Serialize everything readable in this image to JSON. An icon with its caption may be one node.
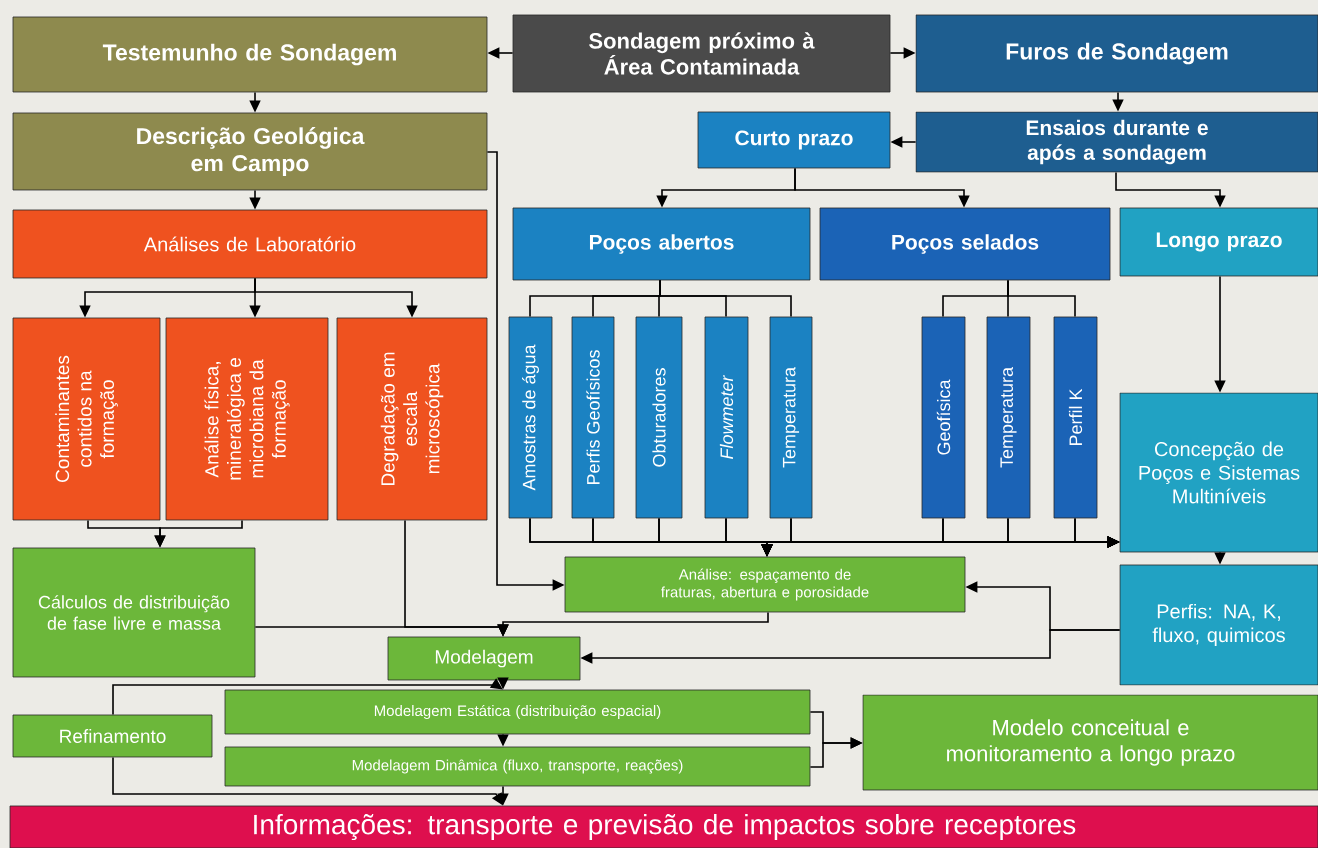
{
  "diagram": {
    "nodes": [
      {
        "text": [
          "Sondagem próximo à Área Contaminada"
        ]
      },
      {
        "text": [
          "Testemunho de Sondagem"
        ]
      },
      {
        "text": [
          "Furos de Sondagem"
        ]
      },
      {
        "text": [
          "Descrição Geológica em Campo"
        ]
      },
      {
        "text": [
          "Curto prazo"
        ]
      },
      {
        "text": [
          "Ensaios durante e após a sondagem"
        ]
      },
      {
        "text": [
          "Análises de Laboratório"
        ]
      },
      {
        "text": [
          "Poços abertos"
        ]
      },
      {
        "text": [
          "Poços selados"
        ]
      },
      {
        "text": [
          "Longo prazo"
        ]
      },
      {
        "text": [
          "Contaminantes contidos na formação"
        ]
      },
      {
        "text": [
          "Análise física, mineralógica e microbiana da formação"
        ]
      },
      {
        "text": [
          "Degradação em escala microscópica"
        ]
      },
      {
        "text": [
          "Amostras de água"
        ]
      },
      {
        "text": [
          "Perfis Geofísicos"
        ]
      },
      {
        "text": [
          "Obturadores"
        ]
      },
      {
        "text": [
          "Flowmeter"
        ]
      },
      {
        "text": [
          "Temperatura"
        ]
      },
      {
        "text": [
          "Geofísica"
        ]
      },
      {
        "text": [
          "Temperatura"
        ]
      },
      {
        "text": [
          "Perfil K"
        ]
      },
      {
        "text": [
          "Concepção de Poços e Sistemas Multiníveis"
        ]
      },
      {
        "text": [
          "Cálculos de distribuição de fase livre e massa"
        ]
      },
      {
        "text": [
          "Análise: espaçamento de fraturas, abertura e porosidade"
        ]
      },
      {
        "text": [
          "Perfis: NA, K, fluxo, quimicos"
        ]
      },
      {
        "text": [
          "Modelagem"
        ]
      },
      {
        "text": [
          "Refinamento"
        ]
      },
      {
        "text": [
          "Modelagem Estática (distribuição espacial)"
        ]
      },
      {
        "text": [
          "Modelagem Dinâmica (fluxo, transporte, reações)"
        ]
      },
      {
        "text": [
          "Modelo conceitual e monitoramento a longo prazo"
        ]
      },
      {
        "text": [
          "Informações: transporte e previsão de impactos sobre receptores"
        ]
      }
    ],
    "edges": [
      {
        "from": 0,
        "to": 1,
        "arrow": "to"
      },
      {
        "from": 0,
        "to": 2,
        "arrow": "to"
      },
      {
        "from": 1,
        "to": 3,
        "arrow": "to"
      },
      {
        "from": 3,
        "to": 6,
        "arrow": "to"
      },
      {
        "from": 3,
        "to": 23,
        "arrow": "to"
      },
      {
        "from": 2,
        "to": 5,
        "arrow": "to"
      },
      {
        "from": 5,
        "to": 4,
        "arrow": "to"
      },
      {
        "from": 4,
        "to": 7,
        "arrow": "to"
      },
      {
        "from": 4,
        "to": 8,
        "arrow": "to"
      },
      {
        "from": 5,
        "to": 9,
        "arrow": "to"
      },
      {
        "from": 6,
        "to": 10,
        "arrow": "to"
      },
      {
        "from": 6,
        "to": 11,
        "arrow": "to"
      },
      {
        "from": 6,
        "to": 12,
        "arrow": "to"
      },
      {
        "from": 7,
        "to": 13,
        "arrow": "none"
      },
      {
        "from": 7,
        "to": 14,
        "arrow": "none"
      },
      {
        "from": 7,
        "to": 15,
        "arrow": "none"
      },
      {
        "from": 7,
        "to": 16,
        "arrow": "none"
      },
      {
        "from": 7,
        "to": 17,
        "arrow": "none"
      },
      {
        "from": 8,
        "to": 18,
        "arrow": "none"
      },
      {
        "from": 8,
        "to": 19,
        "arrow": "none"
      },
      {
        "from": 8,
        "to": 20,
        "arrow": "none"
      },
      {
        "from": 13,
        "to": 23,
        "arrow": "to"
      },
      {
        "from": 14,
        "to": 23,
        "arrow": "to"
      },
      {
        "from": 15,
        "to": 23,
        "arrow": "to"
      },
      {
        "from": 16,
        "to": 23,
        "arrow": "to"
      },
      {
        "from": 17,
        "to": 23,
        "arrow": "to"
      },
      {
        "from": 18,
        "to": 23,
        "arrow": "to"
      },
      {
        "from": 19,
        "to": 23,
        "arrow": "to"
      },
      {
        "from": 20,
        "to": 23,
        "arrow": "to"
      },
      {
        "from": 13,
        "to": 21,
        "arrow": "to"
      },
      {
        "from": 14,
        "to": 21,
        "arrow": "to"
      },
      {
        "from": 15,
        "to": 21,
        "arrow": "to"
      },
      {
        "from": 16,
        "to": 21,
        "arrow": "to"
      },
      {
        "from": 17,
        "to": 21,
        "arrow": "to"
      },
      {
        "from": 18,
        "to": 21,
        "arrow": "to"
      },
      {
        "from": 19,
        "to": 21,
        "arrow": "to"
      },
      {
        "from": 20,
        "to": 21,
        "arrow": "to"
      },
      {
        "from": 9,
        "to": 21,
        "arrow": "to"
      },
      {
        "from": 21,
        "to": 24,
        "arrow": "to"
      },
      {
        "from": 24,
        "to": 23,
        "arrow": "to"
      },
      {
        "from": 24,
        "to": 25,
        "arrow": "to"
      },
      {
        "from": 10,
        "to": 22,
        "arrow": "to"
      },
      {
        "from": 11,
        "to": 22,
        "arrow": "to"
      },
      {
        "from": 12,
        "to": 25,
        "arrow": "to"
      },
      {
        "from": 22,
        "to": 25,
        "arrow": "to"
      },
      {
        "from": 23,
        "to": 25,
        "arrow": "to"
      },
      {
        "from": 25,
        "to": 27,
        "arrow": "to"
      },
      {
        "from": 27,
        "to": 28,
        "arrow": "to"
      },
      {
        "from": 26,
        "to": 27,
        "arrow": "to"
      },
      {
        "from": 26,
        "to": 30,
        "arrow": "to"
      },
      {
        "from": 28,
        "to": 30,
        "arrow": "to"
      },
      {
        "from": 27,
        "to": 29,
        "arrow": "to"
      },
      {
        "from": 28,
        "to": 29,
        "arrow": "to"
      }
    ]
  }
}
